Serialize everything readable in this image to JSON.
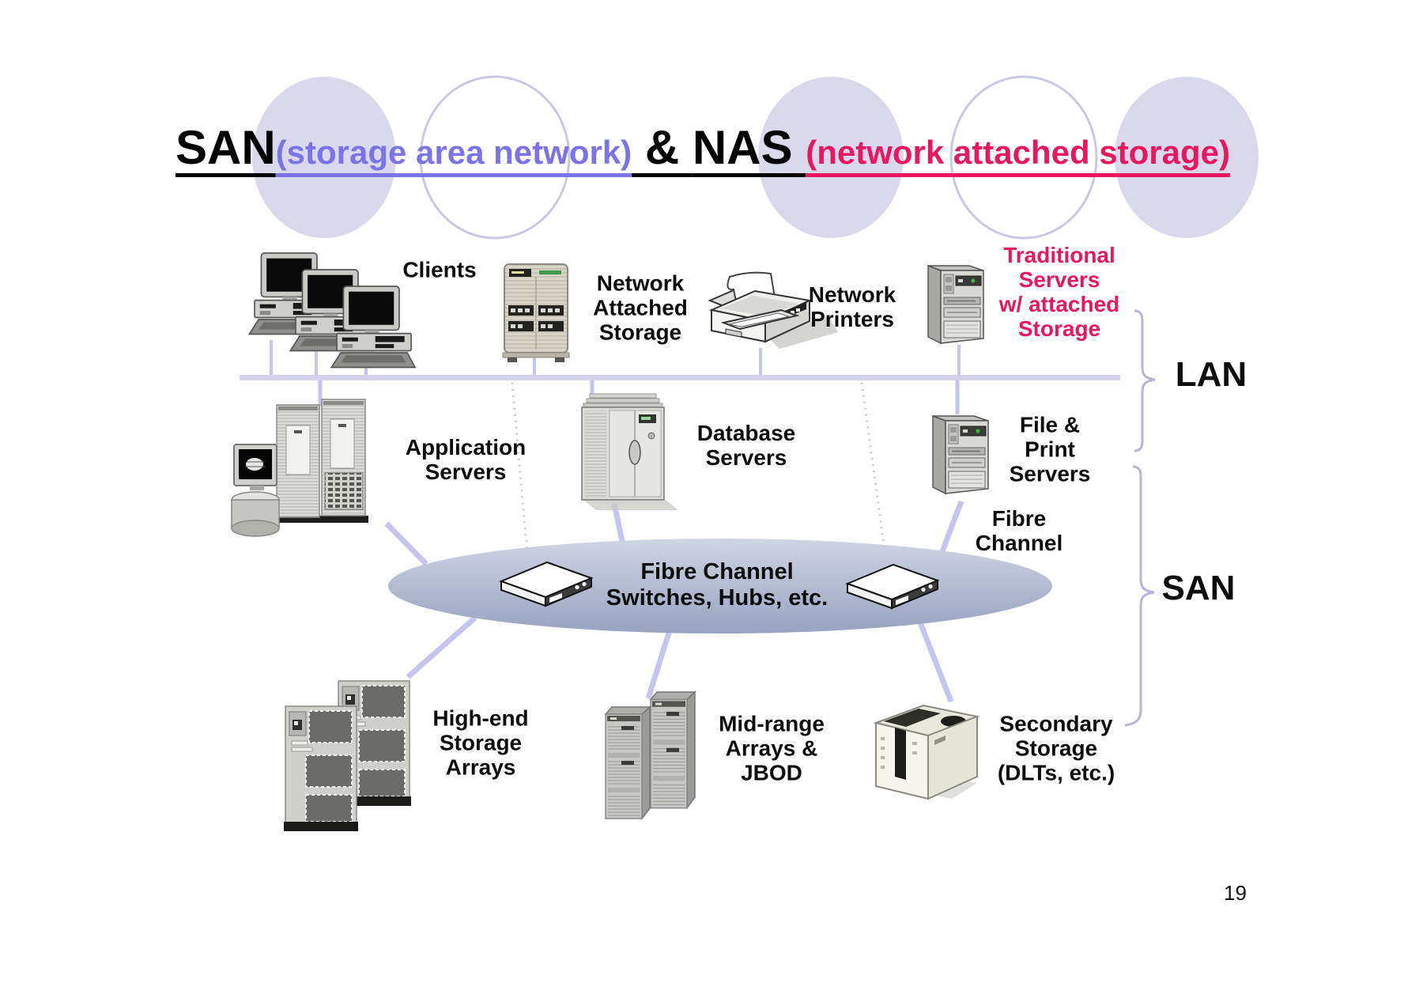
{
  "title": {
    "san": "SAN",
    "san_paren": "(storage area network)",
    "amp": " & ",
    "nas": "NAS ",
    "nas_paren": "(network attached storage)"
  },
  "zones": {
    "lan": "LAN",
    "san": "SAN"
  },
  "nodes": {
    "clients": {
      "label": "Clients",
      "icon": "desktop-computers-icon"
    },
    "nas": {
      "lines": [
        "Network",
        "Attached",
        "Storage"
      ],
      "icon": "server-tower-icon"
    },
    "printers": {
      "lines": [
        "Network",
        "Printers"
      ],
      "icon": "printer-icon"
    },
    "traditional": {
      "lines": [
        "Traditional",
        "Servers",
        "w/ attached",
        "Storage"
      ],
      "icon": "tower-server-icon",
      "color": "#e8175f"
    },
    "application": {
      "lines": [
        "Application",
        "Servers"
      ],
      "icon": "server-rack-cluster-icon"
    },
    "database": {
      "lines": [
        "Database",
        "Servers"
      ],
      "icon": "deskside-server-icon"
    },
    "file_print": {
      "lines": [
        "File &",
        "Print",
        "Servers"
      ],
      "icon": "tower-server-icon"
    },
    "fibre_channel": {
      "lines": [
        "Fibre",
        "Channel"
      ]
    },
    "cloud": {
      "lines": [
        "Fibre Channel",
        "Switches, Hubs, etc."
      ],
      "icon": "network-switch-icon"
    },
    "high_end": {
      "lines": [
        "High-end",
        "Storage",
        "Arrays"
      ],
      "icon": "storage-cabinets-icon"
    },
    "mid_range": {
      "lines": [
        "Mid-range",
        "Arrays &",
        "JBOD"
      ],
      "icon": "storage-towers-icon"
    },
    "secondary": {
      "lines": [
        "Secondary",
        "Storage",
        "(DLTs, etc.)"
      ],
      "icon": "tape-library-icon"
    }
  },
  "slide": {
    "page_number": "19"
  },
  "colors": {
    "accent_purple": "#7a74e8",
    "accent_pink": "#e8175f",
    "connector_lavender": "#c5c5ef",
    "lan_bus": "#d3d3ec",
    "circle_fill": "#dad9ec",
    "circle_outline": "#c9c9e2",
    "cloud_top": "#d0d5e3",
    "cloud_bottom": "#98a3c0",
    "brace": "#b5b5da",
    "text": "#0d0d0d"
  }
}
